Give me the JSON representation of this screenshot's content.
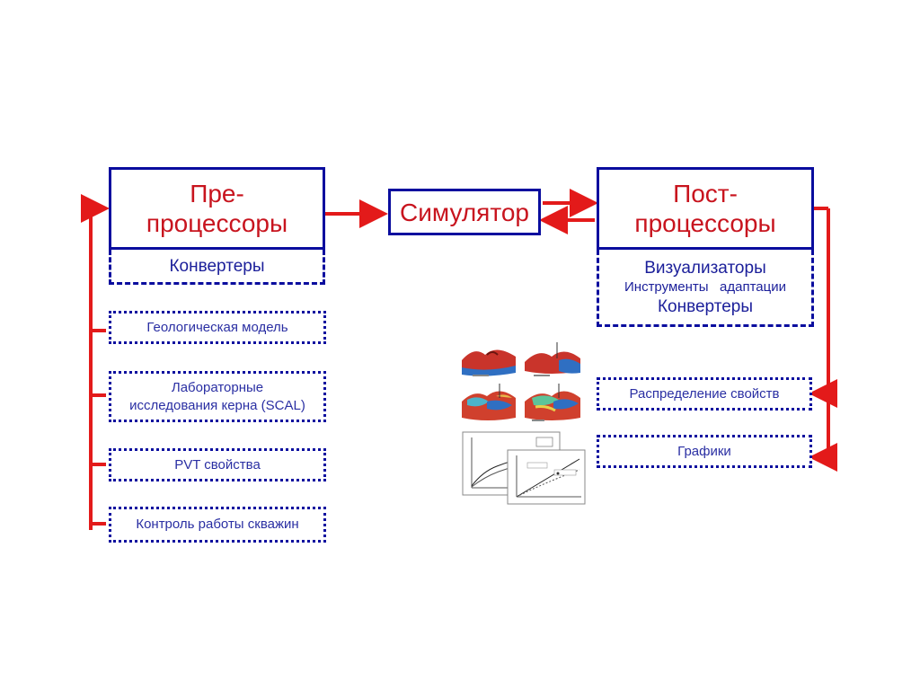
{
  "pre": {
    "title_line1": "Пре-",
    "title_line2": "процессоры",
    "sub": "Конвертеры"
  },
  "simulator": {
    "label": "Симулятор"
  },
  "post": {
    "title_line1": "Пост-",
    "title_line2": "процессоры",
    "sub_items": [
      "Визуализаторы",
      "Инструменты   адаптации",
      "Конвертеры"
    ]
  },
  "inputs": [
    "Геологическая модель",
    "Лабораторные",
    "исследования керна (SCAL)",
    "PVT свойства",
    "Контроль работы скважин"
  ],
  "outputs": [
    "Распределение свойств",
    "Графики"
  ],
  "colors": {
    "border": "#0a0d9e",
    "arrow": "#e31a1a",
    "title_text": "#c8141e",
    "item_text": "#2a2fa3"
  },
  "icons": {
    "illustration": "reservoir-model-thumbnails",
    "plots": "production-plot-thumbnails"
  }
}
